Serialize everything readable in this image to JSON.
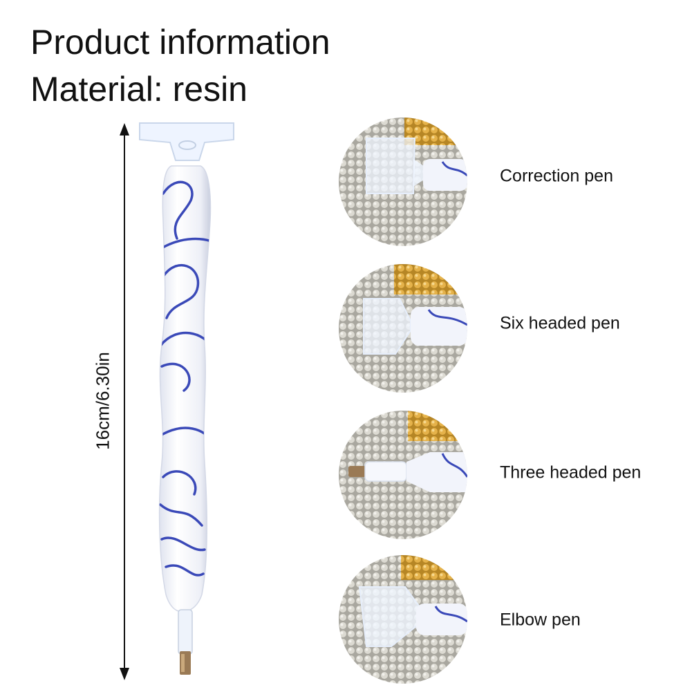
{
  "header": {
    "title": "Product information",
    "material": "Material: resin"
  },
  "dimension": {
    "label": "16cm/6.30in"
  },
  "pen_types": [
    {
      "label": "Correction pen",
      "head_icon": "correction-head"
    },
    {
      "label": "Six headed pen",
      "head_icon": "six-head"
    },
    {
      "label": "Three headed pen",
      "head_icon": "three-head"
    },
    {
      "label": "Elbow pen",
      "head_icon": "elbow-head"
    }
  ],
  "colors": {
    "marble_blue": "#3a49b8",
    "pen_white": "#f2f4fb",
    "bead_gray": "#cfcdc4",
    "bead_gold": "#e5b24a"
  }
}
